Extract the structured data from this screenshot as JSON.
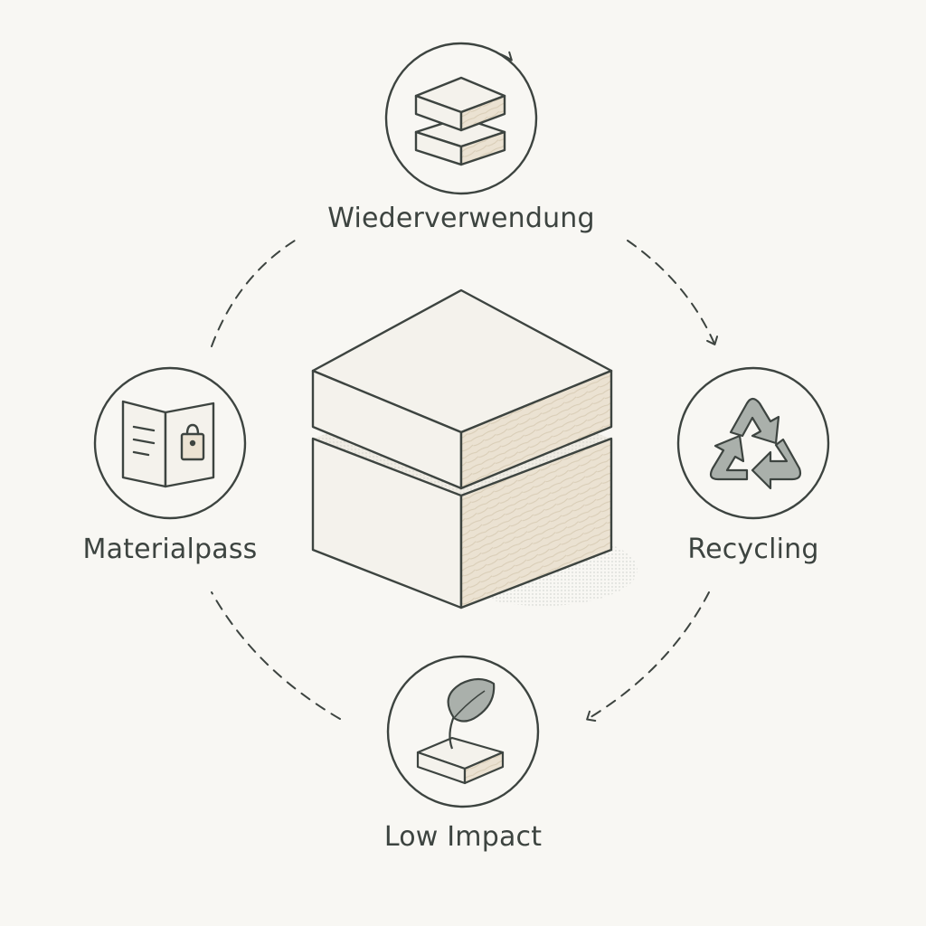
{
  "nodes": {
    "top": {
      "label": "Wiederverwendung",
      "icon": "stacked-blocks-icon"
    },
    "right": {
      "label": "Recycling",
      "icon": "recycle-icon"
    },
    "bottom": {
      "label": "Low Impact",
      "icon": "leaf-sprout-icon"
    },
    "left": {
      "label": "Materialpass",
      "icon": "material-passport-icon"
    }
  },
  "center": {
    "icon": "stone-slab-blocks-icon"
  },
  "colors": {
    "background": "#f8f7f3",
    "stroke": "#3d4440",
    "block_fill": "#f4f2ec",
    "wood_fill": "#ebe2d2",
    "icon_grey": "#aab0ab"
  }
}
